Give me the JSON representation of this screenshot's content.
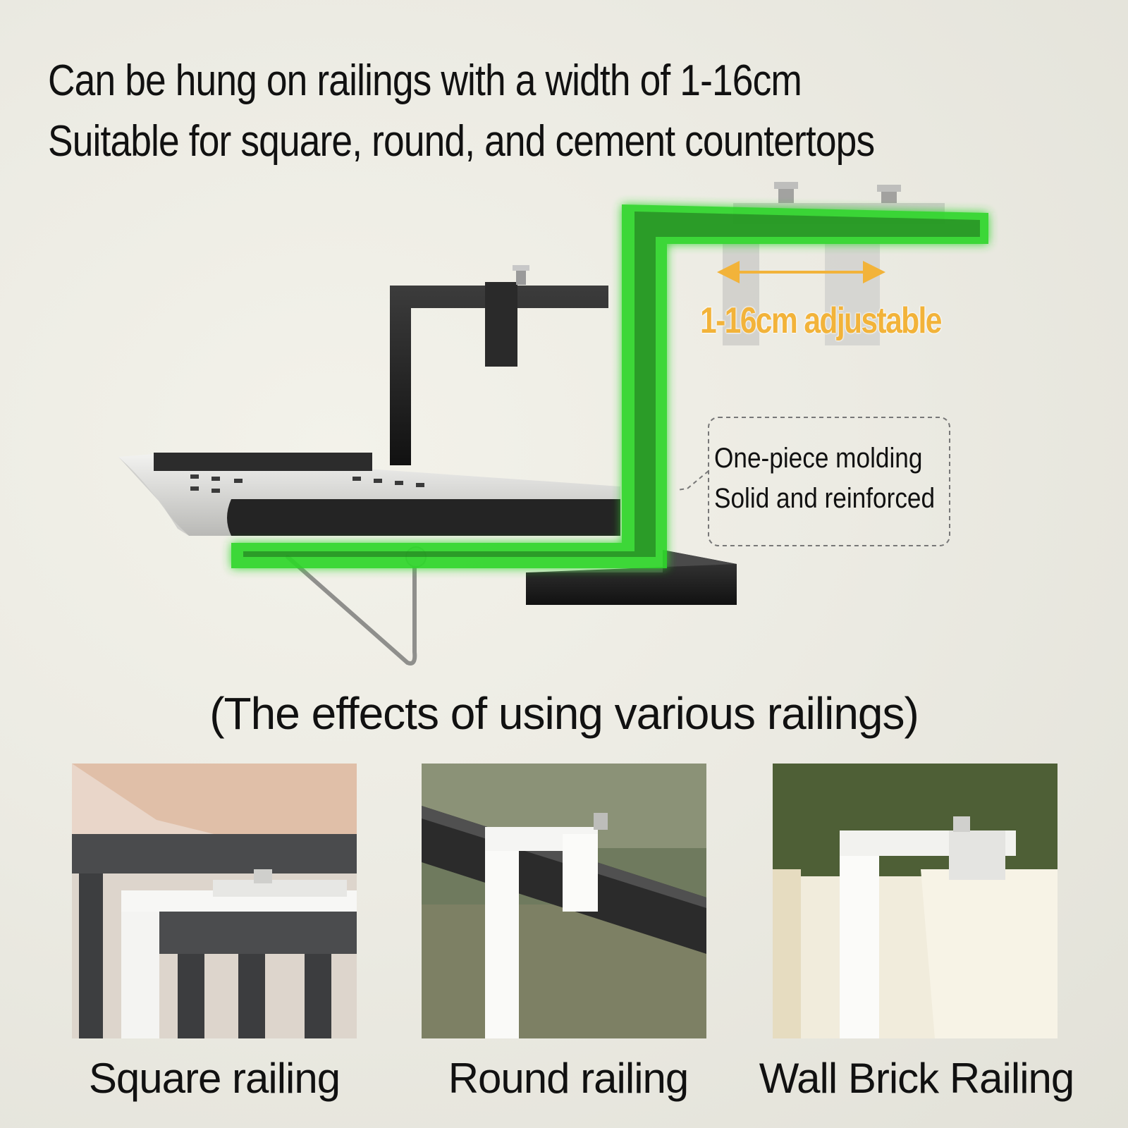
{
  "headline": {
    "line1": "Can be hung on railings with a width of 1-16cm",
    "line2": "Suitable for square, round, and cement countertops"
  },
  "product": {
    "adjustable_label": "1-16cm adjustable",
    "callout": {
      "line1": "One-piece molding",
      "line2": "Solid and reinforced"
    },
    "highlight_color": "#2fd62a",
    "adjust_arrow_color": "#f2b33a"
  },
  "railings": {
    "heading": "(The effects of using various railings)",
    "items": [
      {
        "label": "Square railing"
      },
      {
        "label": "Round railing"
      },
      {
        "label": "Wall Brick Railing"
      }
    ]
  }
}
